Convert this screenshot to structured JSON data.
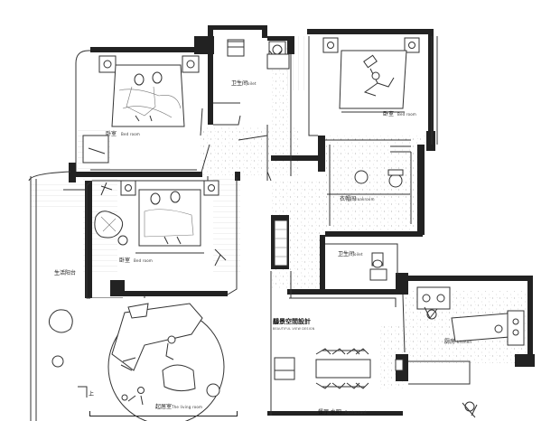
{
  "rooms": {
    "bedroom_a": {
      "zh": "卧室",
      "en": "Bed room"
    },
    "toilet_a": {
      "zh": "卫生间",
      "en": "Toilet"
    },
    "bedroom_b": {
      "zh": "卧室",
      "en": "Bed room"
    },
    "cloakroom": {
      "zh": "衣帽间",
      "en": "cloakroom"
    },
    "bedroom_c": {
      "zh": "卧室",
      "en": "Bed room"
    },
    "toilet_b": {
      "zh": "卫生间",
      "en": "Toilet"
    },
    "balcony": {
      "zh": "生活阳台"
    },
    "kitchen": {
      "zh": "厨房",
      "en": "kitchen"
    },
    "living": {
      "zh": "起居室",
      "en": "The living room"
    },
    "dining": {
      "zh": "餐厅 水吧",
      "en": "Restaurant"
    },
    "stair": {
      "zh": "上"
    }
  },
  "brand": {
    "zh": "鷸景空間設計",
    "en": "BEAUTIFUL VIEW DESIGN"
  },
  "colors": {
    "wall": "#222222",
    "line": "#333333",
    "paper": "#ffffff"
  }
}
